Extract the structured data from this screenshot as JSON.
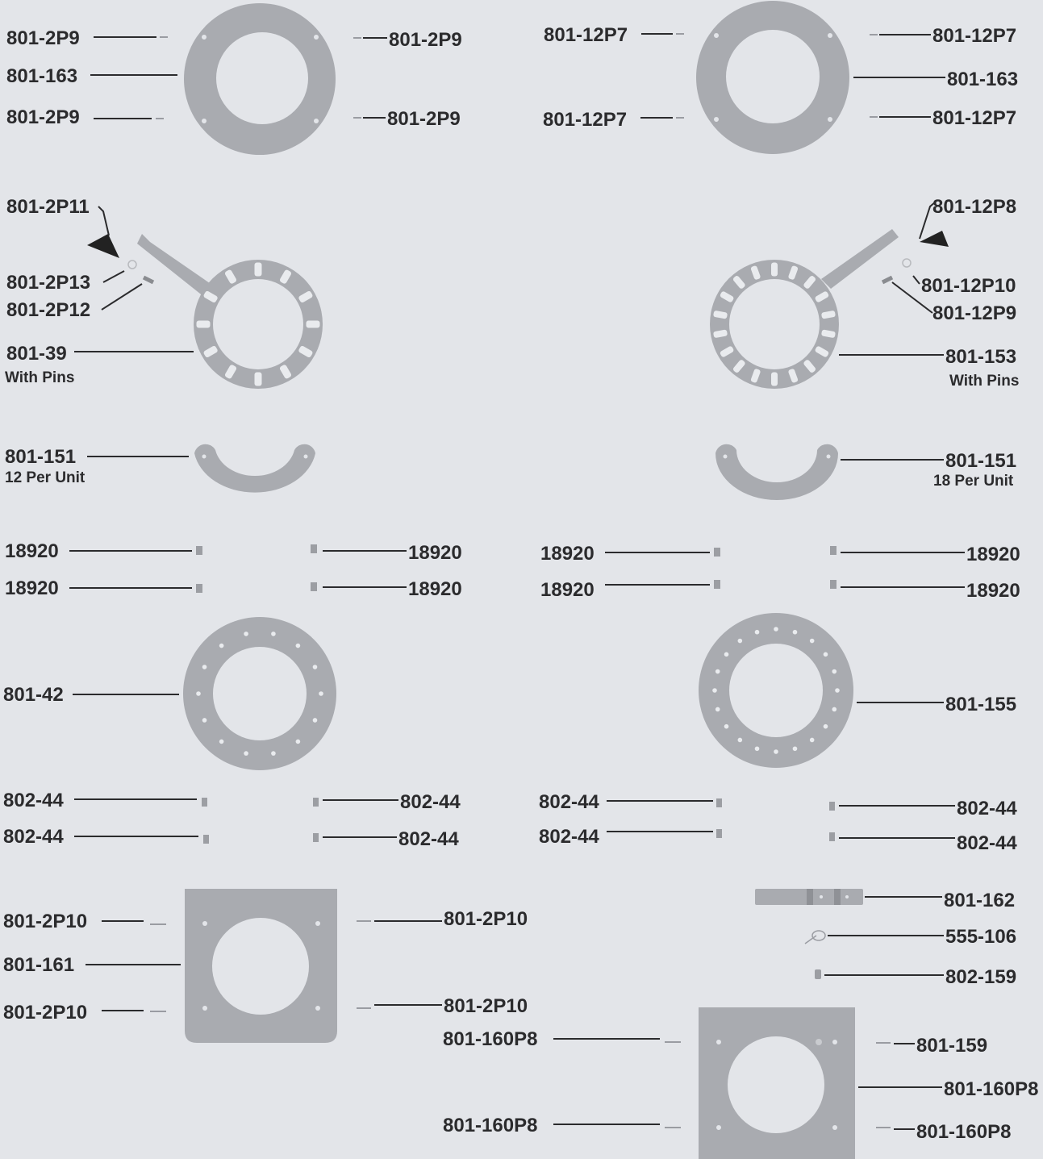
{
  "labels": {
    "l1": "801-2P9",
    "l2": "801-163",
    "l3": "801-2P9",
    "l4": "801-2P9",
    "l5": "801-2P9",
    "r1": "801-12P7",
    "r2": "801-12P7",
    "r3": "801-12P7",
    "r4": "801-163",
    "r5": "801-12P7",
    "l6": "801-2P11",
    "l7": "801-2P13",
    "l8": "801-2P12",
    "l9": "801-39",
    "l9s": "With Pins",
    "r6": "801-12P8",
    "r7": "801-12P10",
    "r8": "801-12P9",
    "r9": "801-153",
    "r9s": "With Pins",
    "l10": "801-151",
    "l10s": "12 Per Unit",
    "r10": "801-151",
    "r10s": "18 Per Unit",
    "l11": "18920",
    "l12": "18920",
    "l13": "18920",
    "l14": "18920",
    "r11": "18920",
    "r12": "18920",
    "r13": "18920",
    "r14": "18920",
    "l15": "801-42",
    "r15": "801-155",
    "l16": "802-44",
    "l17": "802-44",
    "l18": "802-44",
    "l19": "802-44",
    "r16": "802-44",
    "r17": "802-44",
    "r18": "802-44",
    "r19": "802-44",
    "l20": "801-2P10",
    "l21": "801-161",
    "l22": "801-2P10",
    "l23": "801-2P10",
    "l24": "801-2P10",
    "r20": "801-162",
    "r21": "555-106",
    "r22": "802-159",
    "r23": "801-160P8",
    "r24": "801-160P8",
    "r25": "801-159",
    "r26": "801-160P8",
    "r27": "801-160P8"
  }
}
